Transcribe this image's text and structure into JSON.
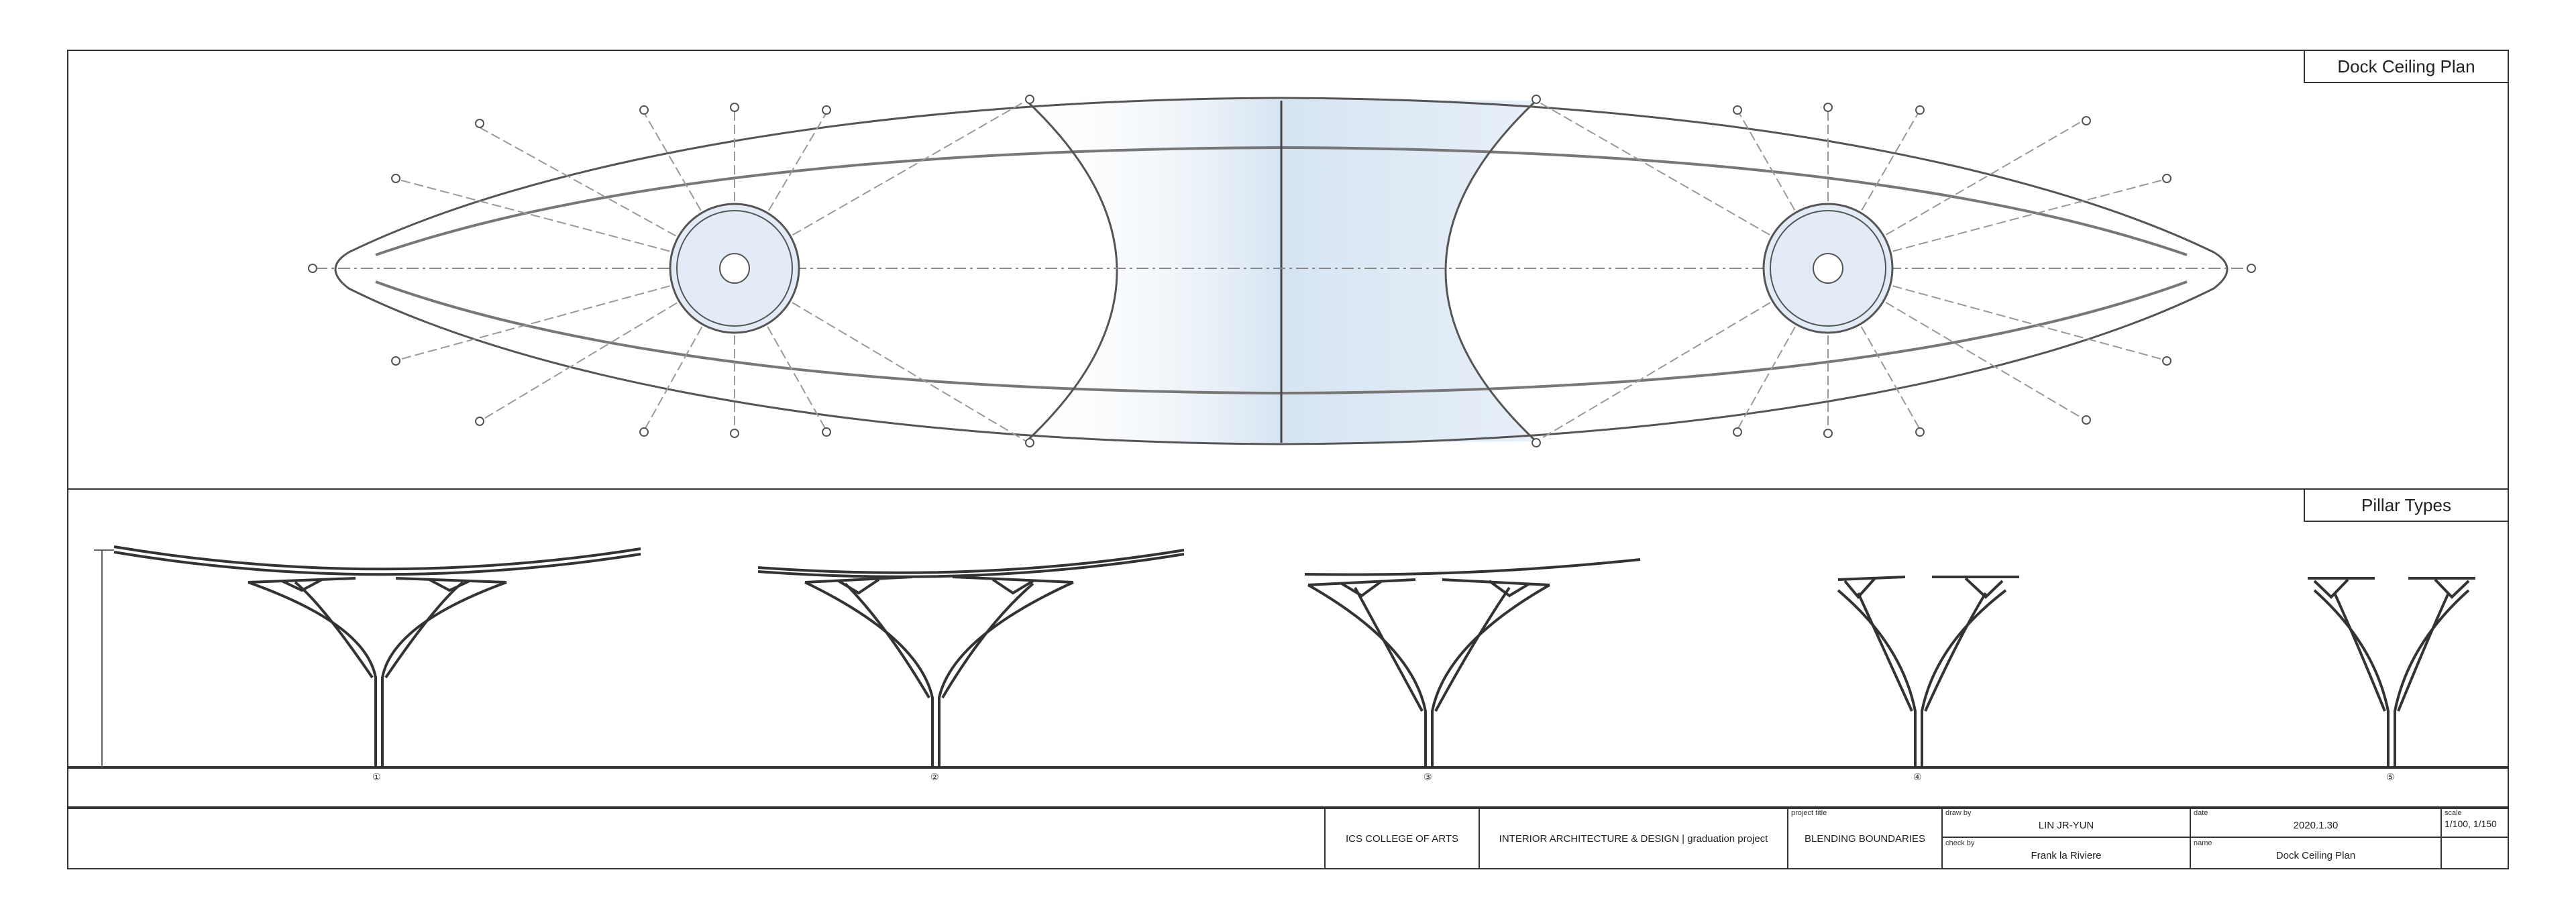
{
  "plan": {
    "title": "Dock Ceiling Plan"
  },
  "pillars": {
    "title": "Pillar Types",
    "labels": [
      "①",
      "②",
      "③",
      "④",
      "⑤"
    ]
  },
  "title_block": {
    "school": "ICS COLLEGE OF ARTS",
    "program": "INTERIOR ARCHITECTURE & DESIGN | graduation project",
    "project_title_caption": "project title",
    "project_title": "BLENDING BOUNDARIES",
    "drawn_by_caption": "draw by",
    "drawn_by": "LIN JR-YUN",
    "check_by_caption": "check by",
    "check_by": "Frank la Riviere",
    "date_caption": "date",
    "date": "2020.1.30",
    "name_caption": "name",
    "name": "Dock Ceiling Plan",
    "scale_caption": "scale",
    "scale": "1/100, 1/150"
  },
  "colors": {
    "line": "#333333",
    "tint": "#dce8f4",
    "dash": "#888888"
  }
}
